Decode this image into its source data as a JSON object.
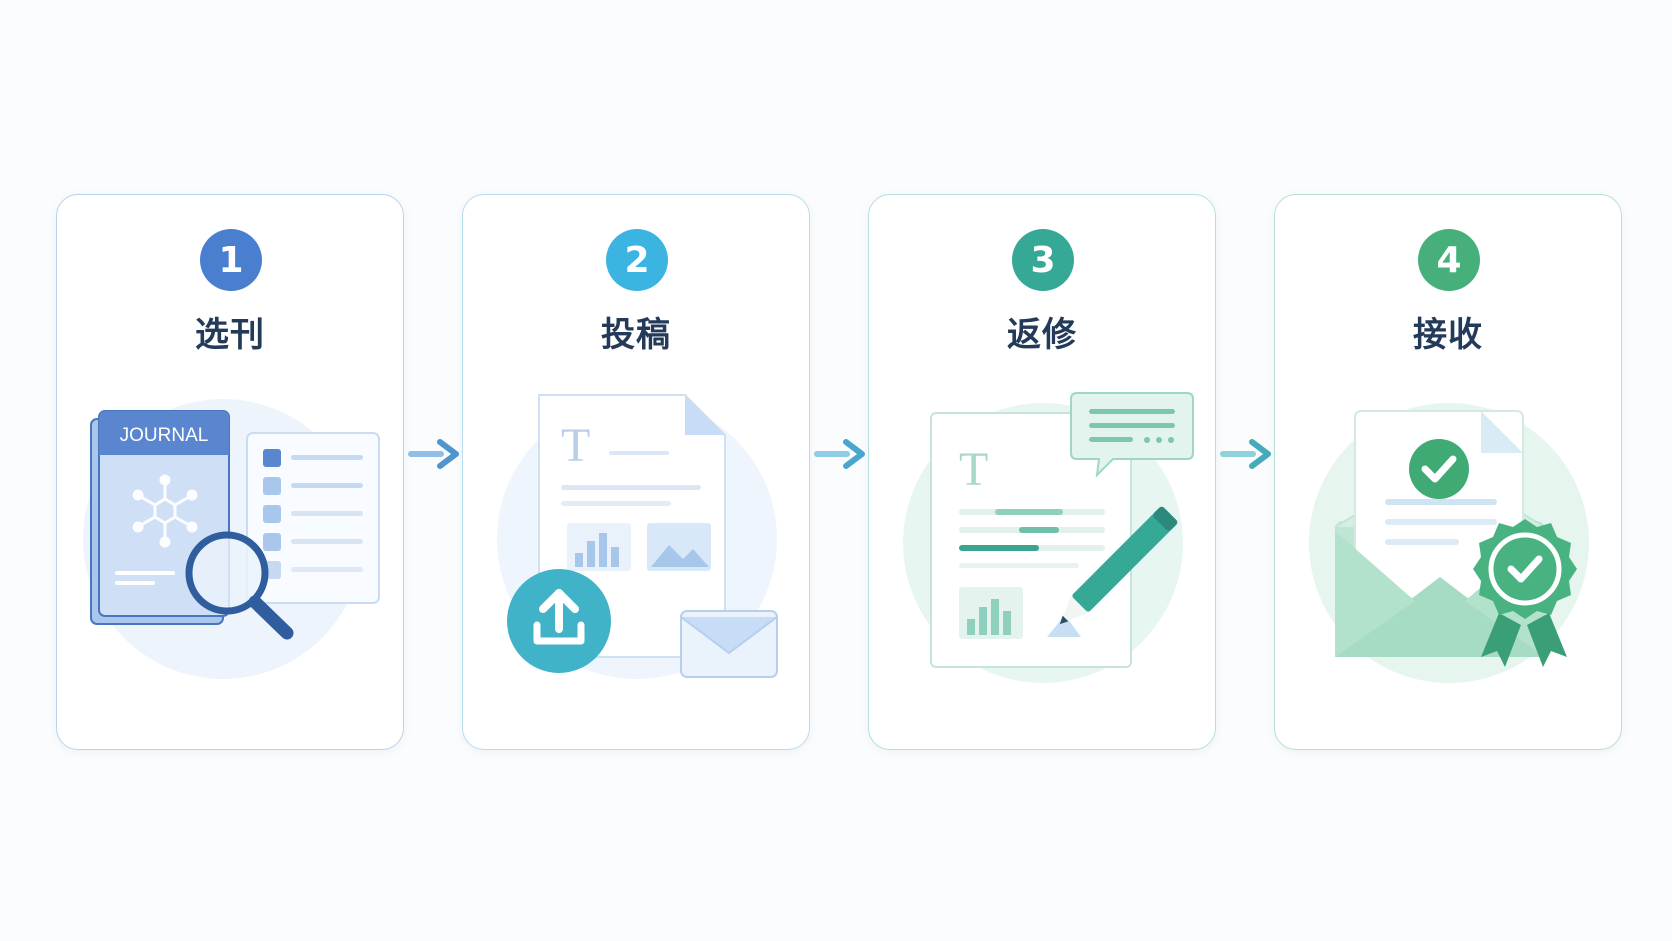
{
  "steps": [
    {
      "number": "1",
      "title": "选刊",
      "illustration": {
        "label": "JOURNAL",
        "icons": [
          "journal-icon",
          "network-icon",
          "magnifier-icon",
          "checklist-icon"
        ]
      }
    },
    {
      "number": "2",
      "title": "投稿",
      "illustration": {
        "label": "T",
        "icons": [
          "document-icon",
          "bar-chart-icon",
          "image-icon",
          "upload-icon",
          "envelope-icon"
        ]
      }
    },
    {
      "number": "3",
      "title": "返修",
      "illustration": {
        "label": "T",
        "icons": [
          "document-icon",
          "comment-icon",
          "pencil-icon",
          "bar-chart-icon"
        ]
      }
    },
    {
      "number": "4",
      "title": "接收",
      "illustration": {
        "icons": [
          "envelope-icon",
          "check-icon",
          "award-badge-icon"
        ]
      }
    }
  ],
  "colors": {
    "step1": "#4a7fd0",
    "step2": "#3cb4e2",
    "step3": "#36a896",
    "step4": "#47b07a",
    "title": "#233a59",
    "arrow": "#5a9fd0"
  }
}
